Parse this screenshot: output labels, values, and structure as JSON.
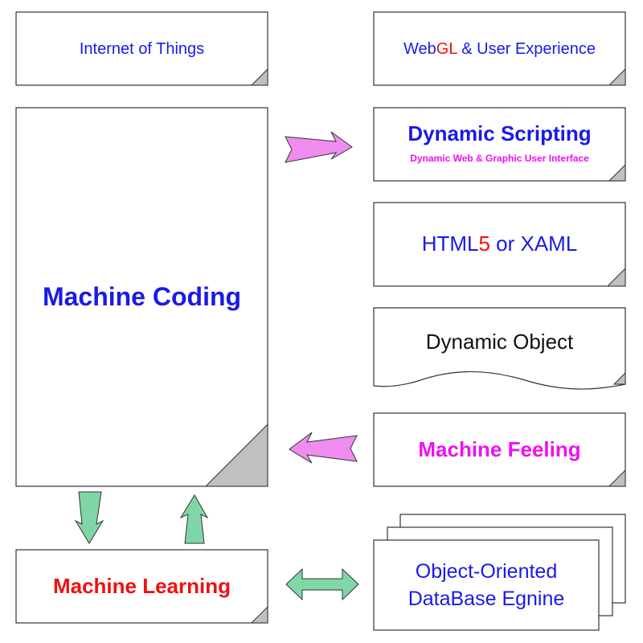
{
  "boxes": {
    "iot": {
      "label": "Internet of Things"
    },
    "webgl": {
      "part1": "Web",
      "part2": "GL",
      "part3": " & User Experience"
    },
    "machine_coding": {
      "label": "Machine Coding"
    },
    "dynamic_scripting": {
      "title": "Dynamic Scripting",
      "subtitle": "Dynamic Web & Graphic User Interface"
    },
    "html5": {
      "part1": "HTML",
      "part2": "5",
      "part3": " or XAML"
    },
    "dynamic_object": {
      "label": "Dynamic Object"
    },
    "machine_feeling": {
      "label": "Machine Feeling"
    },
    "machine_learning": {
      "label": "Machine Learning"
    },
    "oodb": {
      "line1": "Object-Oriented",
      "line2": "DataBase Egnine"
    }
  },
  "colors": {
    "text_blue": "#1a1ae6",
    "text_red": "#ee1111",
    "text_magenta": "#ee11ee",
    "arrow_pink": "#f08cf0",
    "arrow_green": "#7fd6a6",
    "fold_gray": "#c0c0c0",
    "border": "#333333"
  }
}
